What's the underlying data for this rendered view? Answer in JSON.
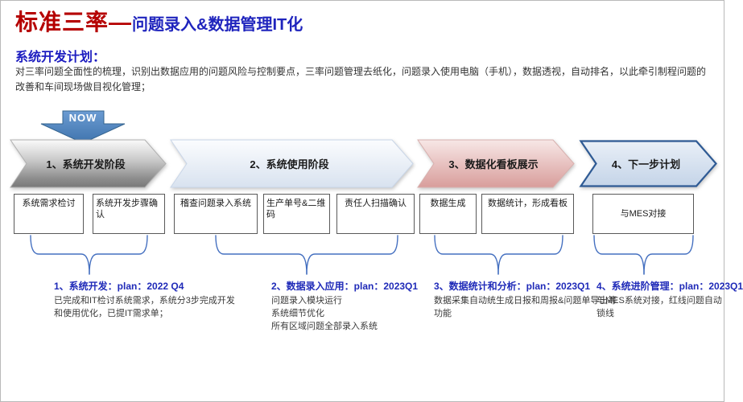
{
  "title": {
    "main": "标准三率",
    "dash": "—",
    "subtitle": "问题录入&数据管理IT化"
  },
  "intro": {
    "heading": "系统开发计划：",
    "body": "对三率问题全面性的梳理，识别出数据应用的问题风险与控制要点，三率问题管理去纸化，问题录入使用电脑（手机），数据透视，自动排名，以此牵引制程问题的改善和车间现场做目视化管理；"
  },
  "now_label": "NOW",
  "stages": [
    {
      "label": "1、系统开发阶段"
    },
    {
      "label": "2、系统使用阶段"
    },
    {
      "label": "3、数据化看板展示"
    },
    {
      "label": "4、下一步计划"
    }
  ],
  "boxes": [
    "系统需求检讨",
    "系统开发步骤确认",
    "稽查问题录入系统",
    "生产单号&二维码",
    "责任人扫描确认",
    "数据生成",
    "数据统计，形成看板",
    "与MES对接"
  ],
  "annotations": [
    {
      "title": "1、系统开发：plan：2022 Q4",
      "body": "已完成和IT检讨系统需求，系统分3步完成开发和使用优化，已提IT需求单；"
    },
    {
      "title": "2、数据录入应用：plan：2023Q1",
      "body": "问题录入模块运行\n系统细节优化\n所有区域问题全部录入系统"
    },
    {
      "title": "3、数据统计和分析：plan：2023Q1",
      "body": "数据采集自动统生成日报和周报&问题单导出等功能"
    },
    {
      "title": "4、系统进阶管理：plan：2023Q1",
      "body": "与MES系统对接，红线问题自动锁线"
    }
  ],
  "colors": {
    "title_red": "#b50000",
    "title_blue": "#1f24bd",
    "heading_blue": "#1c1cc0",
    "annotation_blue": "#1f2ab8",
    "now_arrow_blue": "#4b87c6",
    "stage1_gray": "#8f8f8f",
    "stage2_light_blue": "#dce6f2",
    "stage3_pink": "#dba3a1",
    "stage4_border_blue": "#2e5a94",
    "brace_blue": "#4570c0"
  }
}
